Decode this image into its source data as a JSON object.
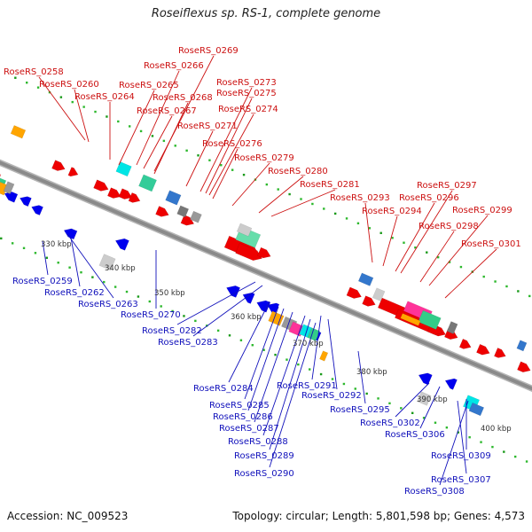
{
  "title": "Roseiflexus sp. RS-1, complete genome",
  "accession": "Accession: NC_009523",
  "topology": "Topology: circular; Length: 5,801,598 bp; Genes: 4,573",
  "colors": {
    "forward_label": "#cc1111",
    "reverse_label": "#1111bb",
    "backbone": "#8a8a8a",
    "forward_gene": "#ee0000",
    "reverse_gene": "#0000ee",
    "tick_green": "#228b22"
  },
  "ticks": [
    {
      "label": "330 kbp"
    },
    {
      "label": "340 kbp"
    },
    {
      "label": "350 kbp"
    },
    {
      "label": "360 kbp"
    },
    {
      "label": "370 kbp"
    },
    {
      "label": "380 kbp"
    },
    {
      "label": "390 kbp"
    },
    {
      "label": "400 kbp"
    }
  ],
  "forward_genes": [
    "RoseRS_0258",
    "RoseRS_0260",
    "RoseRS_0264",
    "RoseRS_0265",
    "RoseRS_0266",
    "RoseRS_0269",
    "RoseRS_0267",
    "RoseRS_0268",
    "RoseRS_0271",
    "RoseRS_0273",
    "RoseRS_0275",
    "RoseRS_0274",
    "RoseRS_0276",
    "RoseRS_0279",
    "RoseRS_0280",
    "RoseRS_0281",
    "RoseRS_0293",
    "RoseRS_0294",
    "RoseRS_0296",
    "RoseRS_0297",
    "RoseRS_0298",
    "RoseRS_0299",
    "RoseRS_0301"
  ],
  "reverse_genes": [
    "RoseRS_0259",
    "RoseRS_0262",
    "RoseRS_0263",
    "RoseRS_0270",
    "RoseRS_0282",
    "RoseRS_0283",
    "RoseRS_0284",
    "RoseRS_0285",
    "RoseRS_0286",
    "RoseRS_0287",
    "RoseRS_0288",
    "RoseRS_0289",
    "RoseRS_0290",
    "RoseRS_0291",
    "RoseRS_0292",
    "RoseRS_0295",
    "RoseRS_0302",
    "RoseRS_0306",
    "RoseRS_0309",
    "RoseRS_0307",
    "RoseRS_0308"
  ]
}
